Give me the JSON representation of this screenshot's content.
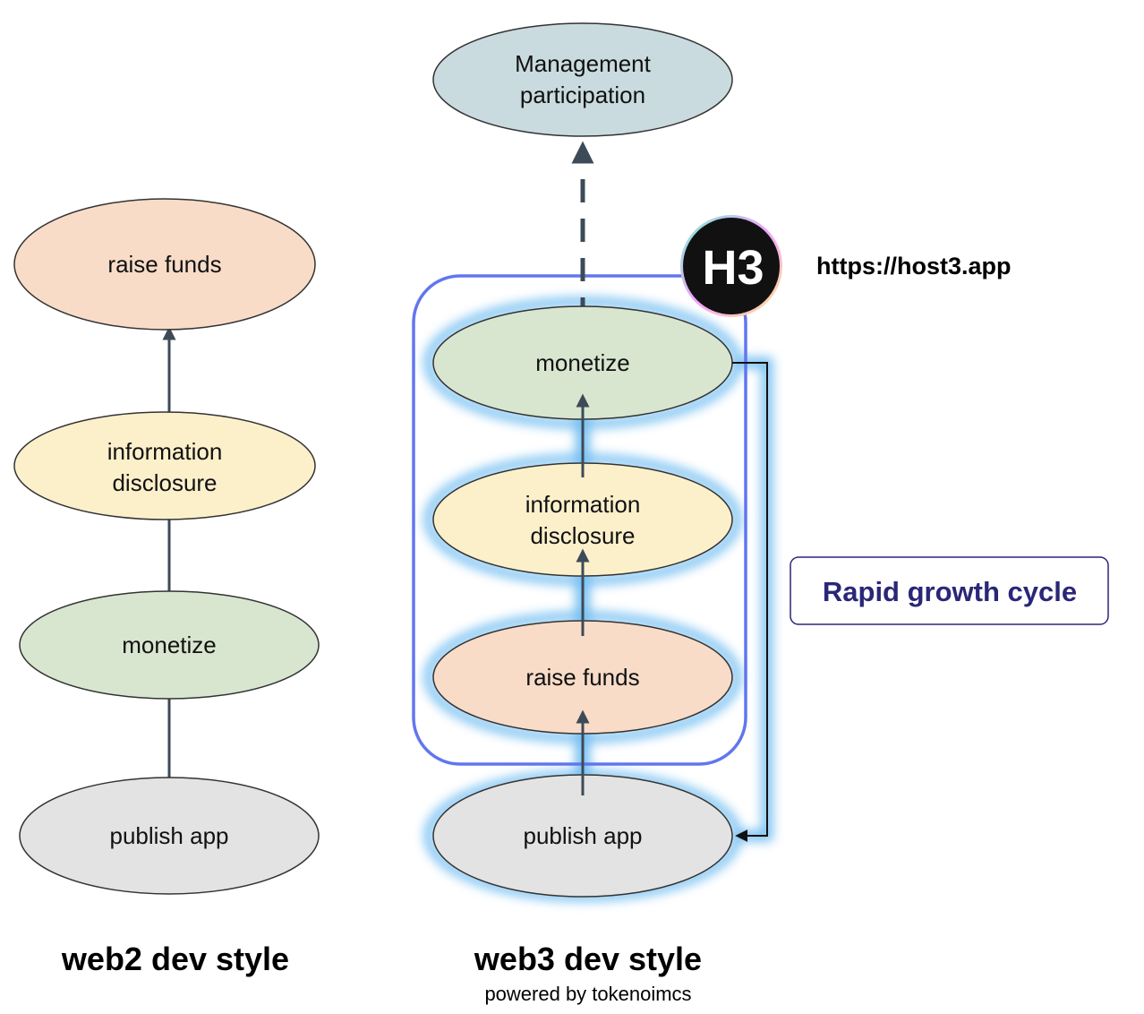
{
  "colors": {
    "peach": "#f8dcc8",
    "yellow": "#fcf0cb",
    "green": "#d8e6d0",
    "grey": "#e3e3e3",
    "blue_grey": "#c9dbde",
    "ellipse_stroke": "#333333",
    "arrow": "#3d4a58",
    "glow": "#5ab2ef",
    "box_stroke": "#6276ee",
    "cycle_text": "#2a2778"
  },
  "web2": {
    "nodes": [
      {
        "label_lines": [
          "raise funds"
        ],
        "color": "peach"
      },
      {
        "label_lines": [
          "information",
          "disclosure"
        ],
        "color": "yellow"
      },
      {
        "label_lines": [
          "monetize"
        ],
        "color": "green"
      },
      {
        "label_lines": [
          "publish app"
        ],
        "color": "grey"
      }
    ],
    "caption": "web2 dev style"
  },
  "web3": {
    "top_node": {
      "label_lines": [
        "Management",
        "participation"
      ],
      "color": "blue_grey"
    },
    "nodes": [
      {
        "label_lines": [
          "monetize"
        ],
        "color": "green"
      },
      {
        "label_lines": [
          "information",
          "disclosure"
        ],
        "color": "yellow"
      },
      {
        "label_lines": [
          "raise funds"
        ],
        "color": "peach"
      },
      {
        "label_lines": [
          "publish app"
        ],
        "color": "grey"
      }
    ],
    "caption": "web3 dev style",
    "subcaption": "powered by tokenoimcs"
  },
  "logo": {
    "text": "H3",
    "icon": "h3-logo-icon"
  },
  "url": "https://host3.app",
  "cycle_label": "Rapid growth cycle"
}
